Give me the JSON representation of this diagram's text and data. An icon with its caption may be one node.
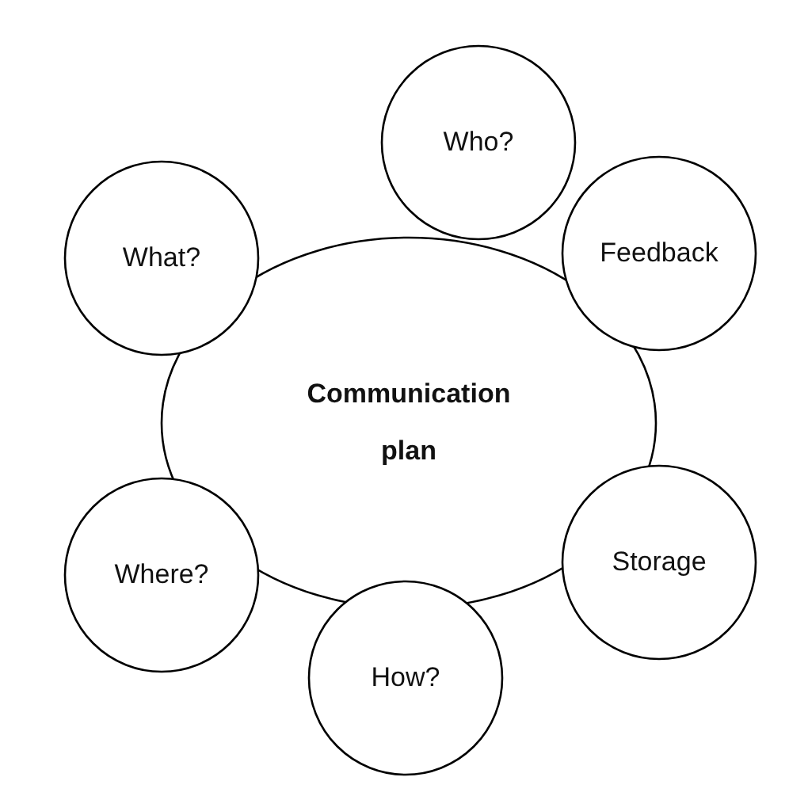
{
  "diagram": {
    "nodes": [
      {
        "text": [
          "Who?"
        ]
      },
      {
        "text": [
          "What?"
        ]
      },
      {
        "text": [
          "Feedback"
        ]
      },
      {
        "text": [
          "Communication plan"
        ]
      },
      {
        "text": [
          "Where?"
        ]
      },
      {
        "text": [
          "Storage"
        ]
      },
      {
        "text": [
          "How?"
        ]
      }
    ]
  }
}
